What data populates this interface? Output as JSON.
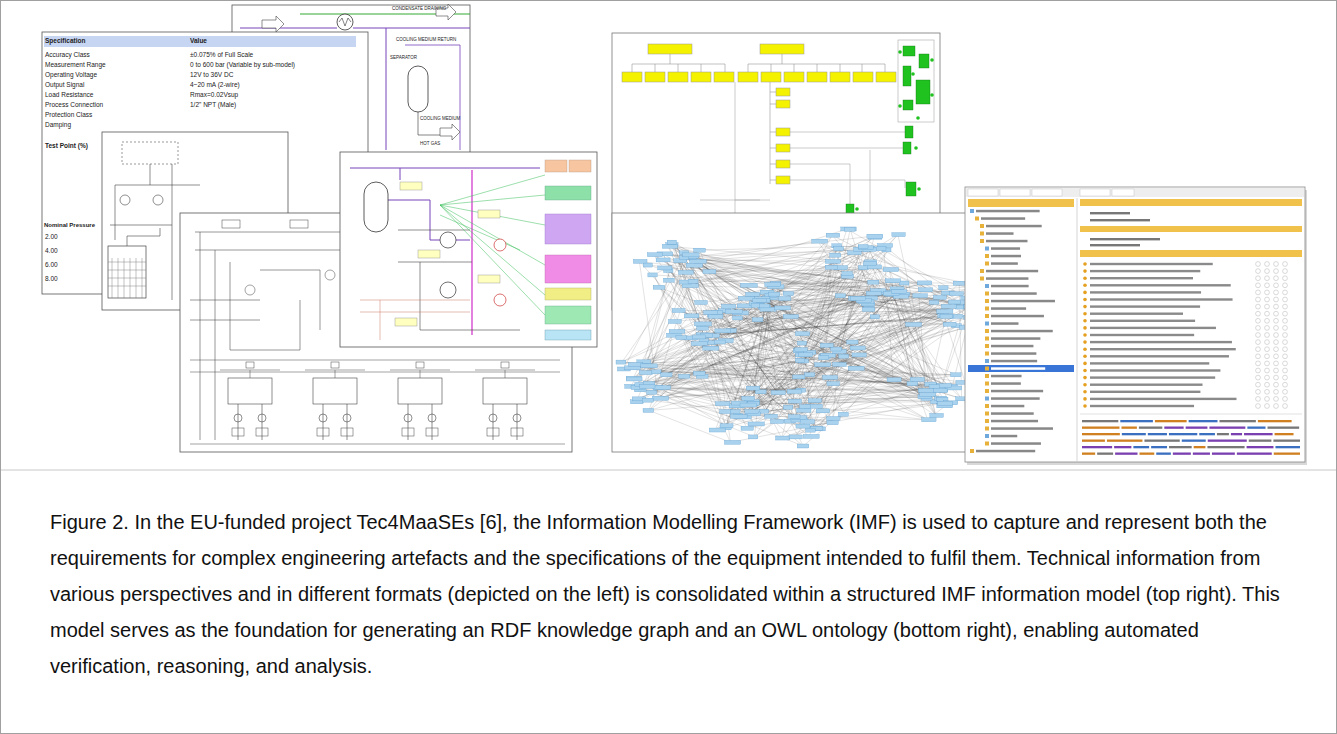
{
  "diagram": {
    "caption": "Figure 2. In the EU-funded project Tec4MaaSEs [6], the Information Modelling Framework (IMF) is used to capture and represent both the requirements for complex engineering artefacts and the specifications of the equipment intended to fulfil them. Technical information from various perspectives and in different formats (depicted on the left) is consolidated within a structured IMF information model (top right). This model serves as the foundation for generating an RDF knowledge graph and an OWL ontology (bottom right), enabling automated verification, reasoning, and analysis.",
    "labels": [
      "Specification",
      "Value",
      "Accuracy Class",
      "±0.075% of Full Scale",
      "Measurement Range",
      "0 to 600 bar (Variable by sub-model)",
      "Operating Voltage",
      "12V to 36V DC",
      "Output Signal",
      "4~20 mA (2-wire)",
      "Load Resistance",
      "Rmax=0.02Vsup",
      "Process Connection",
      "1/2\" NPT (Male)",
      "Protection Class",
      "Damping",
      "Test Point (%)",
      "Nominal Pressure",
      "2.00",
      "4.00",
      "6.00",
      "8.00",
      "CONDENSATE DRAINING",
      "SEPARATOR",
      "COOLING MEDIUM RETURN",
      "COOLING MEDIUM",
      "HOT GAS"
    ]
  }
}
